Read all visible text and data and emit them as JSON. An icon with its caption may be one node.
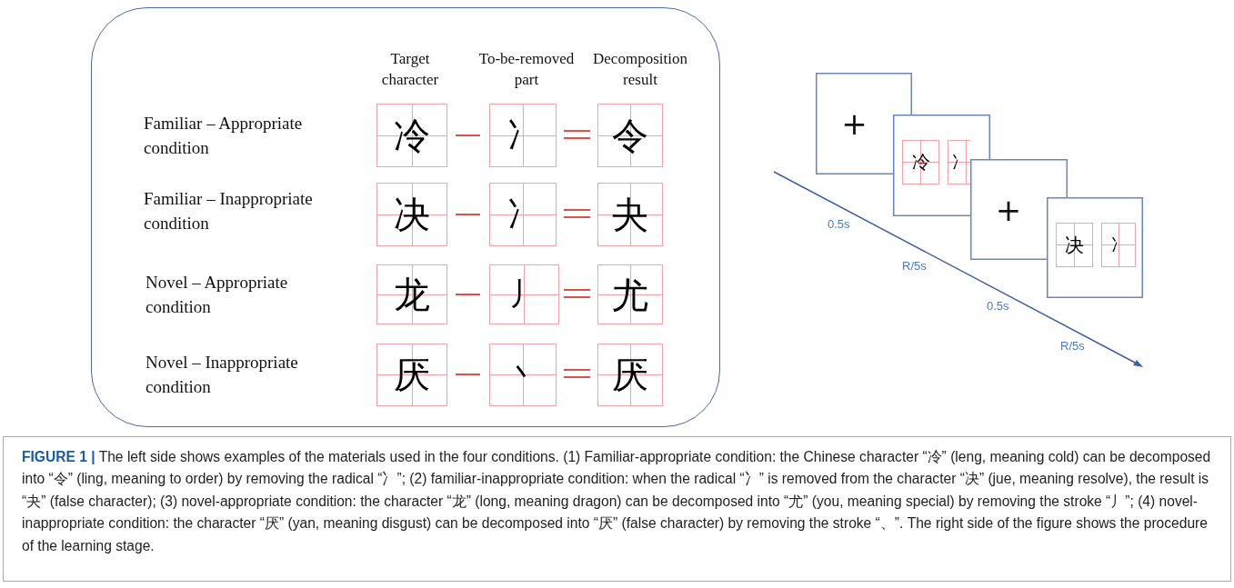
{
  "diagram": {
    "caption": "**FIGURE 1 |** The left side shows examples of the materials used in the four conditions. (1) Familiar-appropriate condition: the Chinese character “冷” (leng, meaning cold) can be decomposed into “令” (ling, meaning to order) by removing the radical “冫”; (2) familiar-inappropriate condition: when the radical “冫” is removed from the character “决” (jue, meaning resolve), the result is “夬” (false character); (3) novel-appropriate condition: the character “龙” (long, meaning dragon) can be decomposed into “尤” (you, meaning special) by removing the stroke “丿”; (4) novel-inappropriate condition: the character “厌” (yan, meaning disgust) can be decomposed into “厌” (false character) by removing the stroke “、”. The right side of the figure shows the procedure of the learning stage.",
    "nodes": [
      {
        "text": [],
        "shape": "box"
      },
      {
        "text": [
          "冷"
        ],
        "in": 0
      },
      {
        "text": [
          "冫"
        ],
        "in": 0
      },
      {
        "text": [
          "令"
        ],
        "in": 0
      },
      {
        "text": [
          "决"
        ],
        "in": 0
      },
      {
        "text": [
          "冫"
        ],
        "in": 0
      },
      {
        "text": [
          "夬"
        ],
        "in": 0
      },
      {
        "text": [
          "龙"
        ],
        "in": 0
      },
      {
        "text": [
          "丿"
        ],
        "in": 0
      },
      {
        "text": [
          "尤"
        ],
        "in": 0
      },
      {
        "text": [
          "厌"
        ],
        "in": 0
      },
      {
        "text": [
          "丶"
        ],
        "in": 0
      },
      {
        "text": [
          "厌"
        ],
        "in": 0
      },
      {
        "text": [
          "+"
        ]
      },
      {
        "text": [],
        "shape": "box"
      },
      {
        "text": [
          "冷"
        ],
        "in": 14
      },
      {
        "text": [
          "冫"
        ],
        "in": 14
      },
      {
        "text": [
          "+"
        ]
      },
      {
        "text": [],
        "shape": "box"
      },
      {
        "text": [
          "决"
        ],
        "in": 18
      },
      {
        "text": [
          "冫"
        ],
        "in": 18
      }
    ],
    "labels": [
      "Target character",
      "To-be-removed part",
      "Decomposition result",
      "Familiar – Appropriate condition",
      "Familiar – Inappropriate condition",
      "Novel – Appropriate condition",
      "Novel – Inappropriate condition",
      "0.5s",
      "R/5s",
      "0.5s",
      "R/5s"
    ]
  }
}
